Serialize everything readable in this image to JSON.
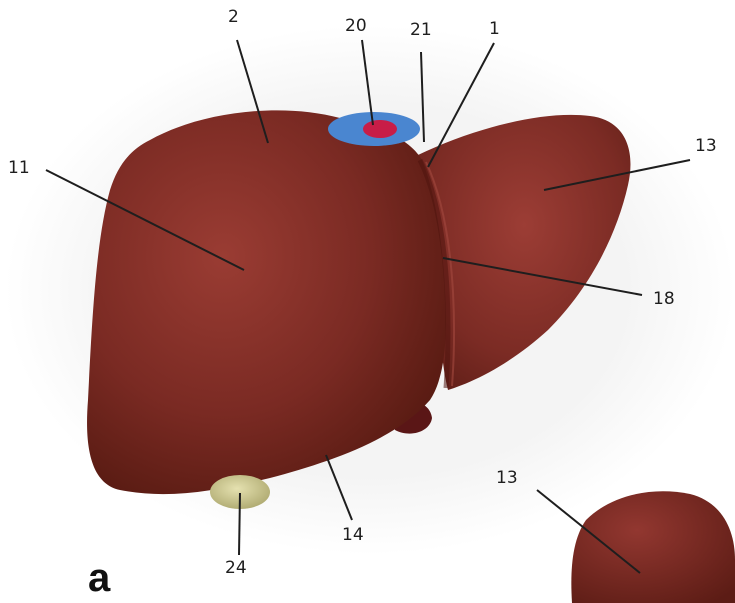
{
  "figure": {
    "panel_letter": "a",
    "labels": {
      "l1": "1",
      "l2": "2",
      "l11": "11",
      "l13": "13",
      "l13b": "13",
      "l14": "14",
      "l18": "18",
      "l20": "20",
      "l21": "21",
      "l24": "24"
    },
    "colors": {
      "liver": "#7a2a23",
      "liver_dark": "#4f1510",
      "vessel_blue": "#4a86d0",
      "vessel_red": "#c81d47",
      "gallbladder": "#c9c48a",
      "leader": "#1e1e1e"
    }
  }
}
